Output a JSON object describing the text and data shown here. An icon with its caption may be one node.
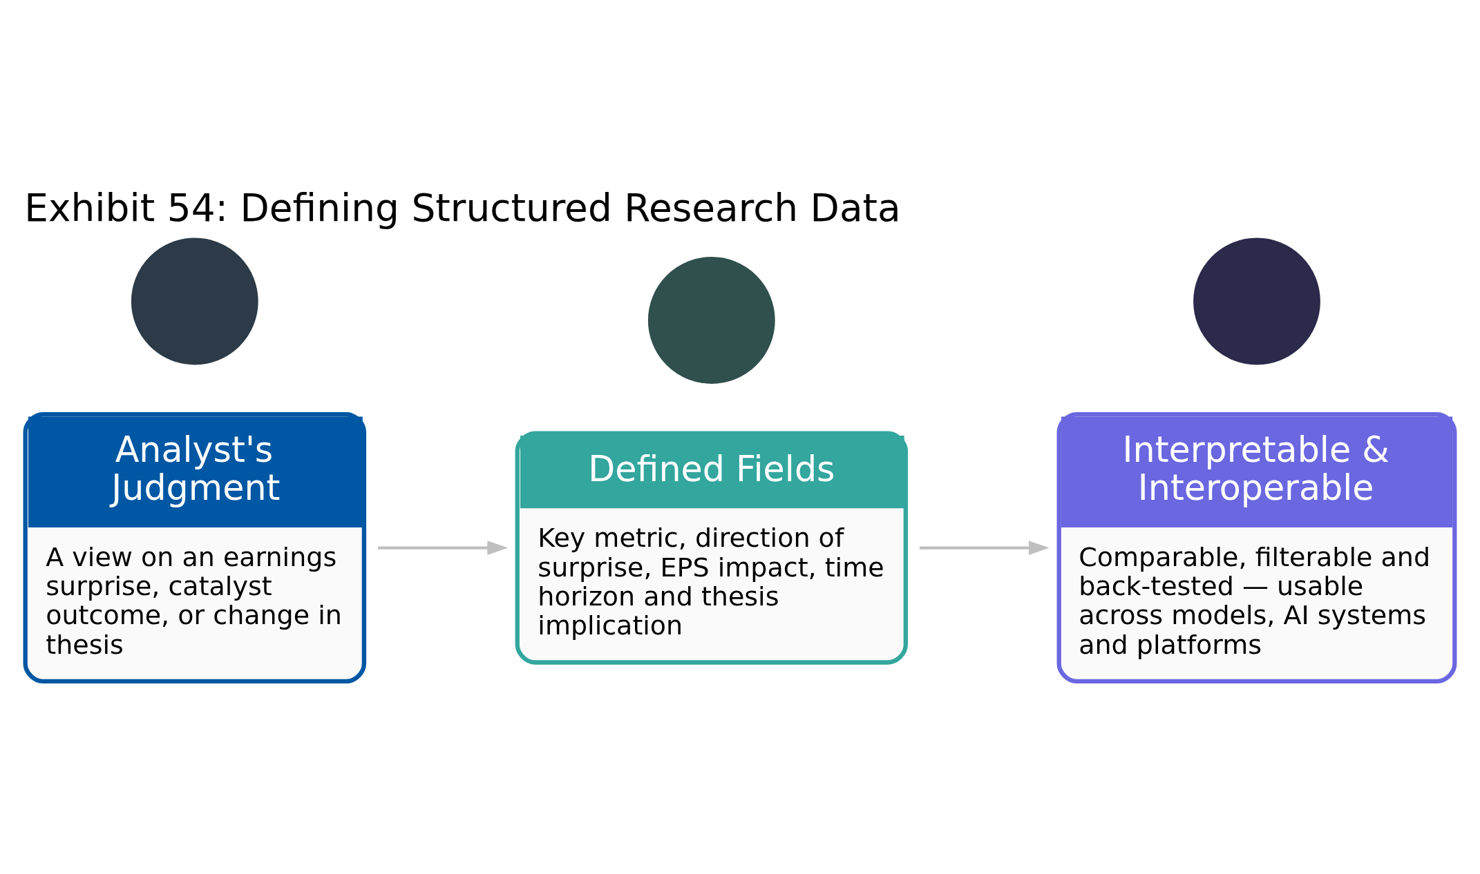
{
  "diagram": {
    "title": "Exhibit 54: Defining Structured Research Data",
    "nodes": [
      {
        "text": [
          "Analyst's Judgment",
          "A view on an earnings surprise, catalyst outcome, or change in thesis"
        ]
      },
      {
        "text": [],
        "shape": "circle"
      },
      {
        "text": [
          "Defined Fields",
          "Key metric, direction of surprise, EPS impact, time horizon and thesis implication"
        ]
      },
      {
        "text": [],
        "shape": "circle"
      },
      {
        "text": [
          "Interpretable & Interoperable",
          "Comparable, filterable and back-tested — usable across models, AI systems and platforms"
        ]
      },
      {
        "text": [],
        "shape": "circle"
      }
    ],
    "edges": [
      {
        "from": 0,
        "to": 2,
        "arrow": "to",
        "color": "#bfbfbf"
      },
      {
        "from": 2,
        "to": 4,
        "arrow": "to",
        "color": "#bfbfbf"
      }
    ]
  }
}
